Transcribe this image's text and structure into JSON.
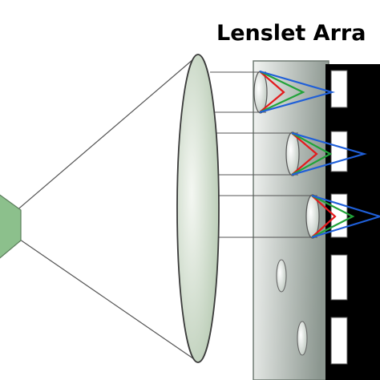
{
  "title": "Lenslet Arra",
  "colors": {
    "background": "#ffffff",
    "object_fill": "#8cc08c",
    "lens_fill_light": "#f4f7f2",
    "lens_fill_dark": "#b8cbb4",
    "lenslet_panel_light": "#f2f4f2",
    "lenslet_panel_dark": "#8c9790",
    "sensor": "#000000",
    "ray_red": "#e41a1c",
    "ray_green": "#22a33a",
    "ray_blue": "#1f5fd8"
  },
  "components": {
    "object": "object-block",
    "main_lens": "main-lens",
    "lenslet_array": "lenslet-array",
    "sensor": "sensor-strip"
  }
}
